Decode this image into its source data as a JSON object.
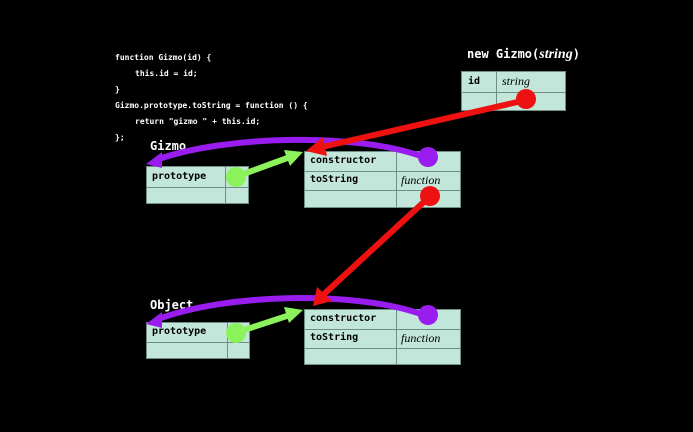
{
  "code": {
    "lines": [
      "function Gizmo(id) {",
      "this.id = id;",
      "}",
      "Gizmo.prototype.toString = function () {",
      "return \"gizmo \" + this.id;",
      "};"
    ]
  },
  "instance": {
    "title_prefix": "new Gizmo(",
    "title_arg": "string",
    "title_suffix": ")",
    "id_label": "id",
    "id_value": "string"
  },
  "gizmo": {
    "title": "Gizmo",
    "prototype_label": "prototype",
    "proto_constructor_label": "constructor",
    "proto_tostring_label": "toString",
    "proto_tostring_value": "function"
  },
  "object": {
    "title": "Object",
    "prototype_label": "prototype",
    "proto_constructor_label": "constructor",
    "proto_tostring_label": "toString",
    "proto_tostring_value": "function"
  },
  "colors": {
    "background": "#000000",
    "table_fill": "#c2e6da",
    "red_arrow": "#ee1111",
    "purple_arrow": "#9a1df0",
    "green_arrow": "#8cf25c"
  }
}
